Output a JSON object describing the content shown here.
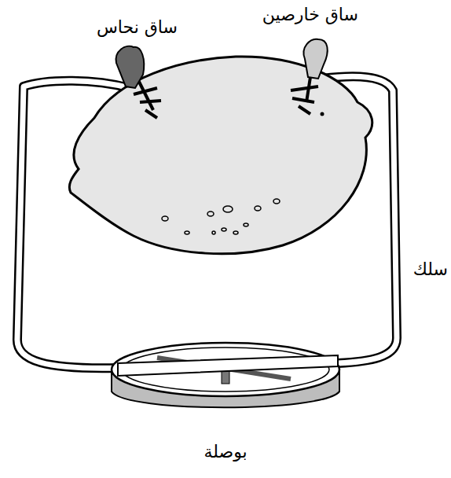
{
  "diagram": {
    "labels": [
      "ساق نحاس",
      "ساق خارصين",
      "سلك",
      "بوصلة"
    ]
  }
}
